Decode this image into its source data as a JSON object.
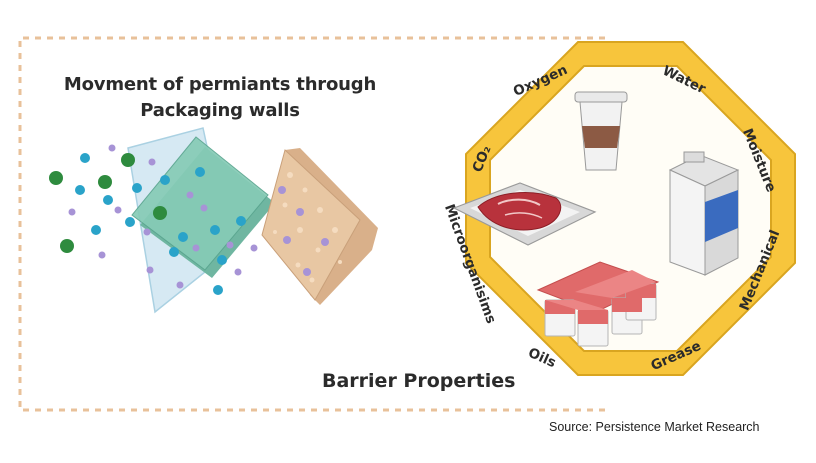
{
  "left_panel": {
    "title_line1": "Movment of permiants through",
    "title_line2": "Packaging walls"
  },
  "barrier": {
    "title": "Barrier Properties",
    "labels": [
      "Oxygen",
      "Water",
      "Moisture",
      "Mechanical",
      "Grease",
      "Oils",
      "Microorganisims",
      "CO₂"
    ]
  },
  "source": "Source: Persistence Market Research",
  "colors": {
    "dashed_border": "#e8c19a",
    "octagon_ring": "#f7c53c",
    "octagon_edge": "#d9a520",
    "octagon_fill": "#fffdf6",
    "film_clear": "#cfe6f2",
    "film_teal": "#86cbb6",
    "film_paper": "#e8c7a3",
    "particle_green": "#2e8b3e",
    "particle_blue": "#2aa3c9",
    "particle_lavender": "#a793d6",
    "food_red": "#e06a6a",
    "milk_blue": "#3a6bbf"
  },
  "icons": [
    "coffee-cup-icon",
    "meat-tray-icon",
    "milk-carton-icon",
    "yogurt-cups-icon"
  ]
}
